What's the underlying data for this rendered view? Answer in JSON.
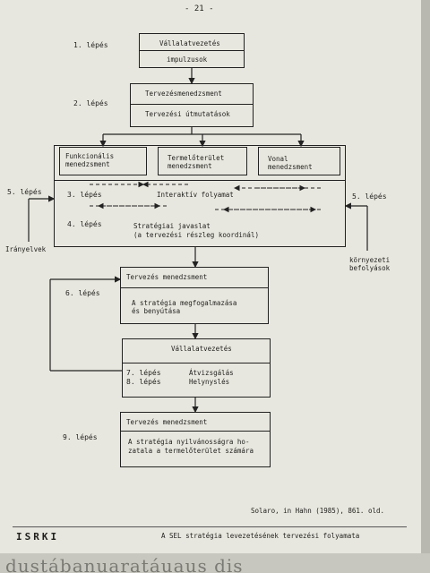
{
  "page_number": "- 21 -",
  "steps": {
    "s1": "1. lépés",
    "s2": "2. lépés",
    "s3": "3. lépés",
    "s4": "4. lépés",
    "s5_left": "5. lépés",
    "s5_right": "5. lépés",
    "s6": "6. lépés",
    "s7": "7. lépés",
    "s8": "8. lépés",
    "s9": "9. lépés"
  },
  "boxes": {
    "vallalatvezetes_top": {
      "title": "Vállalatvezetés",
      "body": "impulzusok"
    },
    "tervezesmenedzsment_top": {
      "title": "Tervezésmenedzsment",
      "body": "Tervezési útmutatások"
    },
    "funkcionalis": {
      "title": "Funkcionális menedzsment"
    },
    "termelo": {
      "title": "Termelőterület menedzsment"
    },
    "vonal": {
      "title": "Vonal menedzsment"
    },
    "big_box": {
      "interactive": "Interaktív folyamat",
      "strategy_1": "Stratégiai javaslat",
      "strategy_2": "(a tervezési részleg koordinál)"
    },
    "tervezes_mid": {
      "title": "Tervezés menedzsment",
      "body_1": "A stratégia megfogalmazása",
      "body_2": "és benyútása"
    },
    "vallalatvezetes_mid": {
      "title": "Vállalatvezetés",
      "l7": "Átvizsgálás",
      "l8": "Helynyslés"
    },
    "tervezes_bottom": {
      "title": "Tervezés menedzsment",
      "body_1": "A stratégia nyilvánosságra ho-",
      "body_2": "zatala a termelőterület számára"
    }
  },
  "side_labels": {
    "left": "Irányelvek",
    "right_1": "környezeti",
    "right_2": "befolyások"
  },
  "source": "Solaro, in Hahn (1985), 861. old.",
  "logo": "ISRKI",
  "caption": "A SEL stratégia levezetésének tervezési folyamata",
  "next_page_text": "dustábanuaratáuaus dis"
}
